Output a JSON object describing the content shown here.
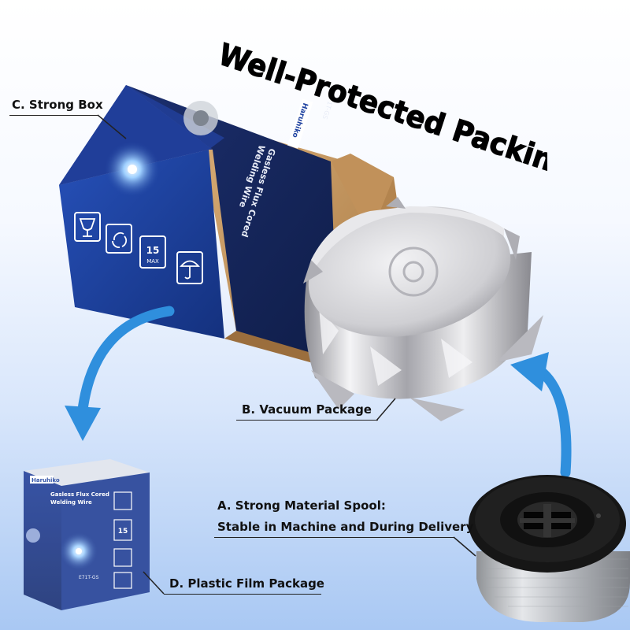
{
  "title": "Well-Protected Packing",
  "labels": {
    "strong_box": "C. Strong Box",
    "vacuum_package": "B. Vacuum Package",
    "spool_line1": "A. Strong Material Spool:",
    "spool_line2": "Stable in Machine and During Delivery",
    "plastic_film": "D. Plastic Film Package"
  },
  "box_print": {
    "brand": "Haruhiko",
    "product_line1": "Gasless Flux Cored",
    "product_line2": "Welding Wire",
    "model": "E71T-GS",
    "stack_number": "15",
    "stack_unit": "MAX"
  },
  "colors": {
    "box_blue": "#1b3f9e",
    "cardboard": "#c89a62",
    "arrow_blue": "#2f8fdd",
    "foil": "#c9c9cc"
  },
  "icons": [
    "fragile-glass-icon",
    "recycle-icon",
    "stack-limit-icon",
    "keep-dry-umbrella-icon"
  ]
}
